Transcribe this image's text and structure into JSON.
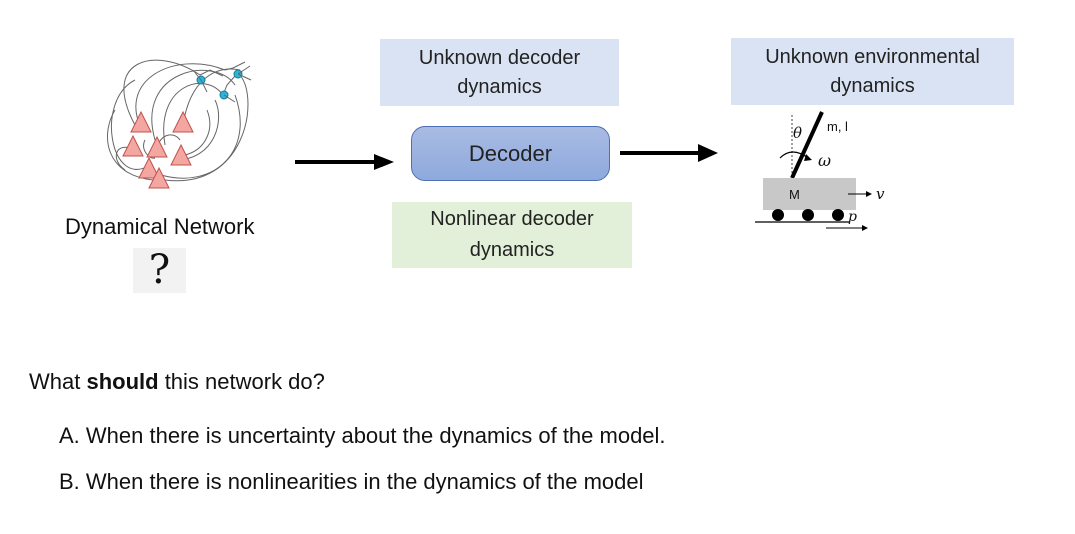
{
  "boxes": {
    "unknown_decoder": "Unknown decoder dynamics",
    "decoder": "Decoder",
    "nonlinear_decoder": "Nonlinear decoder dynamics",
    "unknown_env": "Unknown environmental dynamics"
  },
  "network_label": "Dynamical Network",
  "question_mark": "?",
  "cartpole": {
    "theta": "θ",
    "mass_label": "m, l",
    "omega": "ω",
    "cart_label": "M",
    "velocity": "v",
    "position": "p"
  },
  "question": {
    "prefix": "What ",
    "bold": "should",
    "suffix": " this network do?"
  },
  "options": [
    "A. When there is uncertainty about the dynamics of the model.",
    "B. When there is nonlinearities in the dynamics of the model"
  ],
  "colors": {
    "blue_box": "#dae3f3",
    "green_box": "#e2f0d9",
    "decoder_fill": "#8faadc",
    "neuron": "#f4a6a0",
    "node": "#2bb5d8"
  }
}
